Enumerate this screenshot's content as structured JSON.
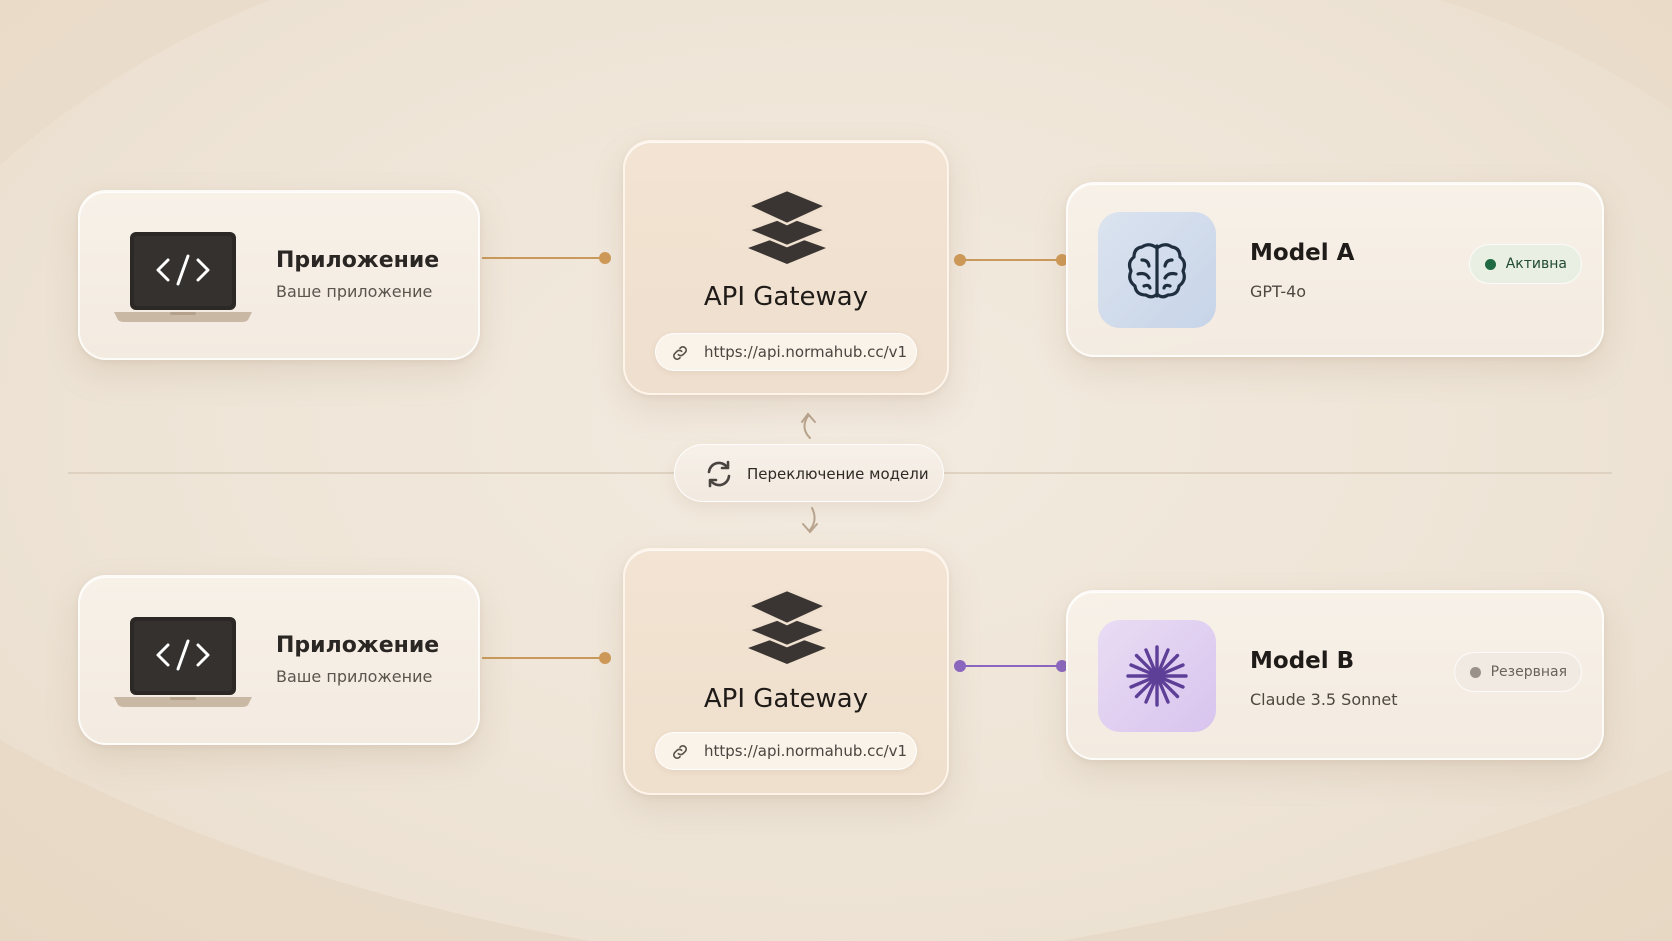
{
  "colors": {
    "orange_connector": "#c99a5b",
    "purple_connector": "#8a66c2",
    "active_dot": "#1f6a43",
    "reserve_dot": "#9a918a"
  },
  "rows": [
    {
      "app": {
        "title": "Приложение",
        "subtitle": "Ваше приложение",
        "icon": "laptop-code-icon"
      },
      "gateway": {
        "title": "API Gateway",
        "url": "https://api.normahub.cc/v1",
        "icon": "stacked-layers-icon",
        "link_icon": "link-icon"
      },
      "model": {
        "title": "Model A",
        "subtitle": "GPT-4o",
        "status": "Активна",
        "icon": "brain-icon",
        "connector_color": "orange"
      }
    },
    {
      "app": {
        "title": "Приложение",
        "subtitle": "Ваше приложение",
        "icon": "laptop-code-icon"
      },
      "gateway": {
        "title": "API Gateway",
        "url": "https://api.normahub.cc/v1",
        "icon": "stacked-layers-icon",
        "link_icon": "link-icon"
      },
      "model": {
        "title": "Model B",
        "subtitle": "Claude 3.5 Sonnet",
        "status": "Резервная",
        "icon": "asterisk-icon",
        "connector_color": "purple"
      }
    }
  ],
  "switch": {
    "label": "Переключение модели",
    "icon": "refresh-icon"
  }
}
